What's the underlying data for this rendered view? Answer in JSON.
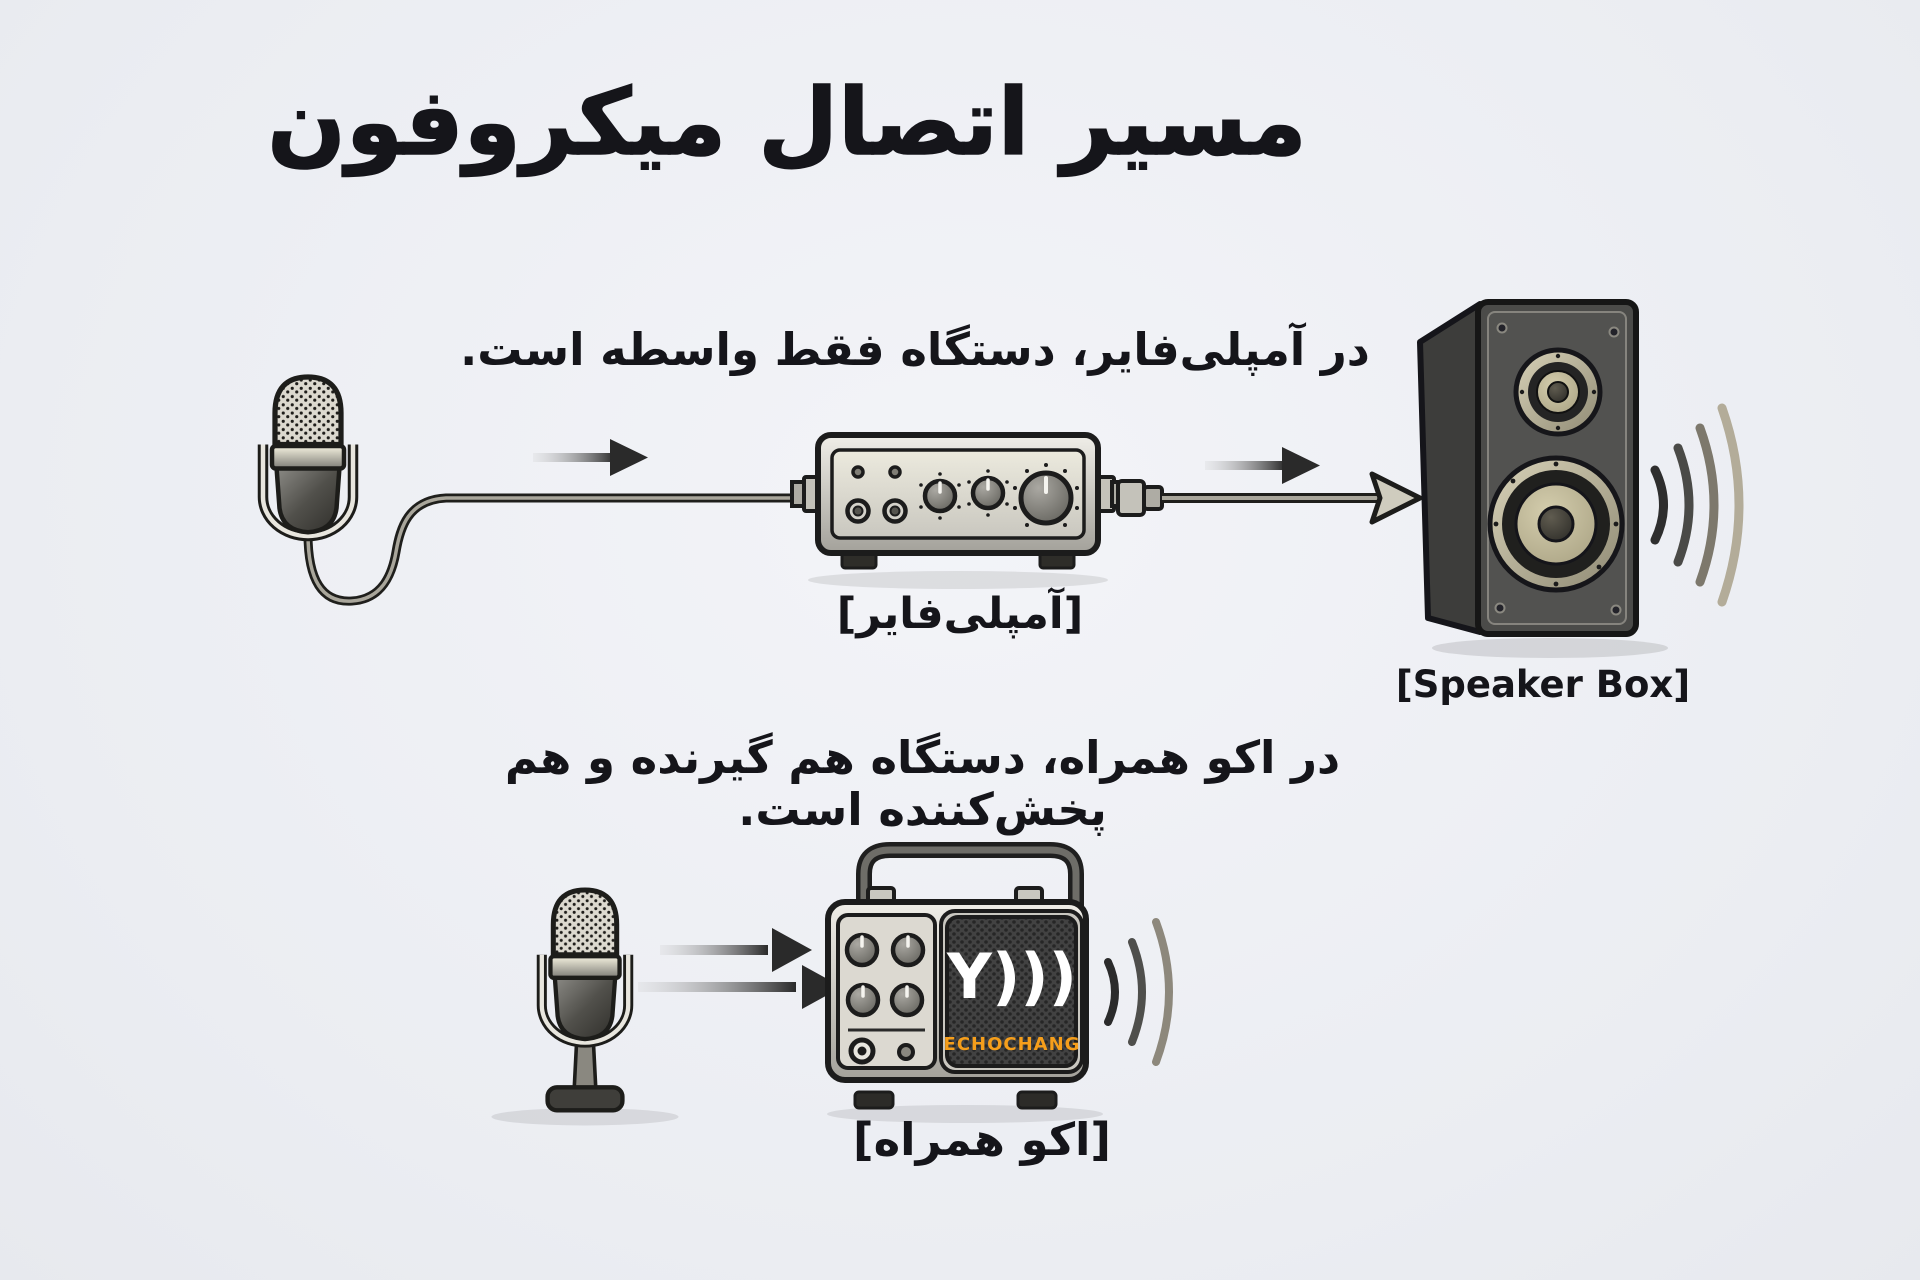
{
  "title": "مسیر اتصال میکروفون",
  "amplifier_section": {
    "caption": "در آمپلی‌فایر، دستگاه فقط واسطه است.",
    "amplifier_label": "[آمپلی‌فایر]",
    "speaker_label": "[Speaker Box]"
  },
  "echo_section": {
    "caption": "در اکو همراه، دستگاه هم گیرنده و هم پخش‌کننده است.",
    "device_label": "[اکو همراه]",
    "device_logo": "Y)))",
    "device_brand": "ECHOCHANG"
  },
  "colors": {
    "background": "#ebedf2",
    "text": "#15151a",
    "brand_orange": "#f59e1b",
    "grille_dark": "#3b3b3b",
    "metal_light": "#f0eee8",
    "metal_dark": "#a3a19a"
  }
}
